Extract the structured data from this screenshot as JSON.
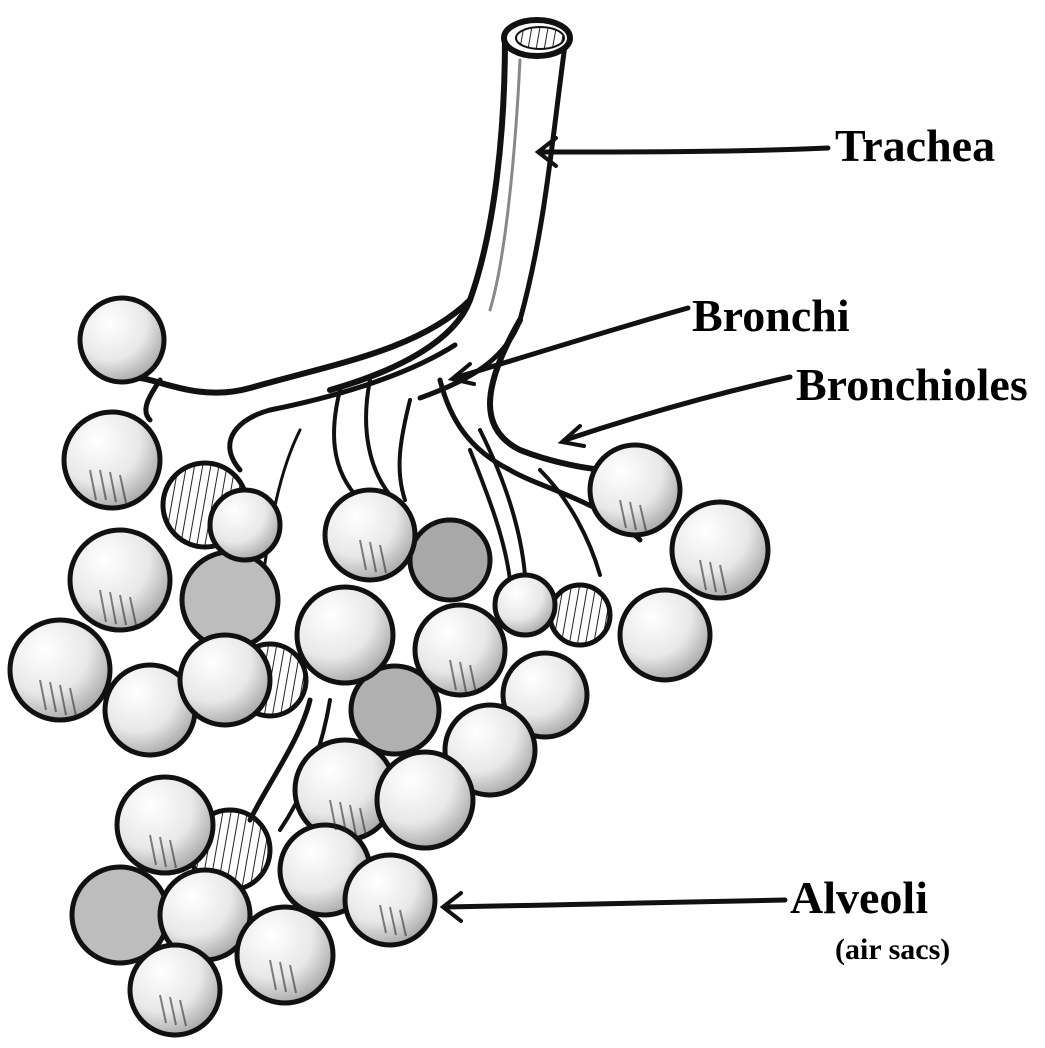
{
  "labels": {
    "trachea": "Trachea",
    "bronchi": "Bronchi",
    "bronchioles": "Bronchioles",
    "alveoli": "Alveoli",
    "alveoli_note": "(air sacs)"
  },
  "colors": {
    "ink": "#000000",
    "sac_fill": "#f4f4f4",
    "sac_shade": "#bdbdbd",
    "background": "#ffffff"
  }
}
